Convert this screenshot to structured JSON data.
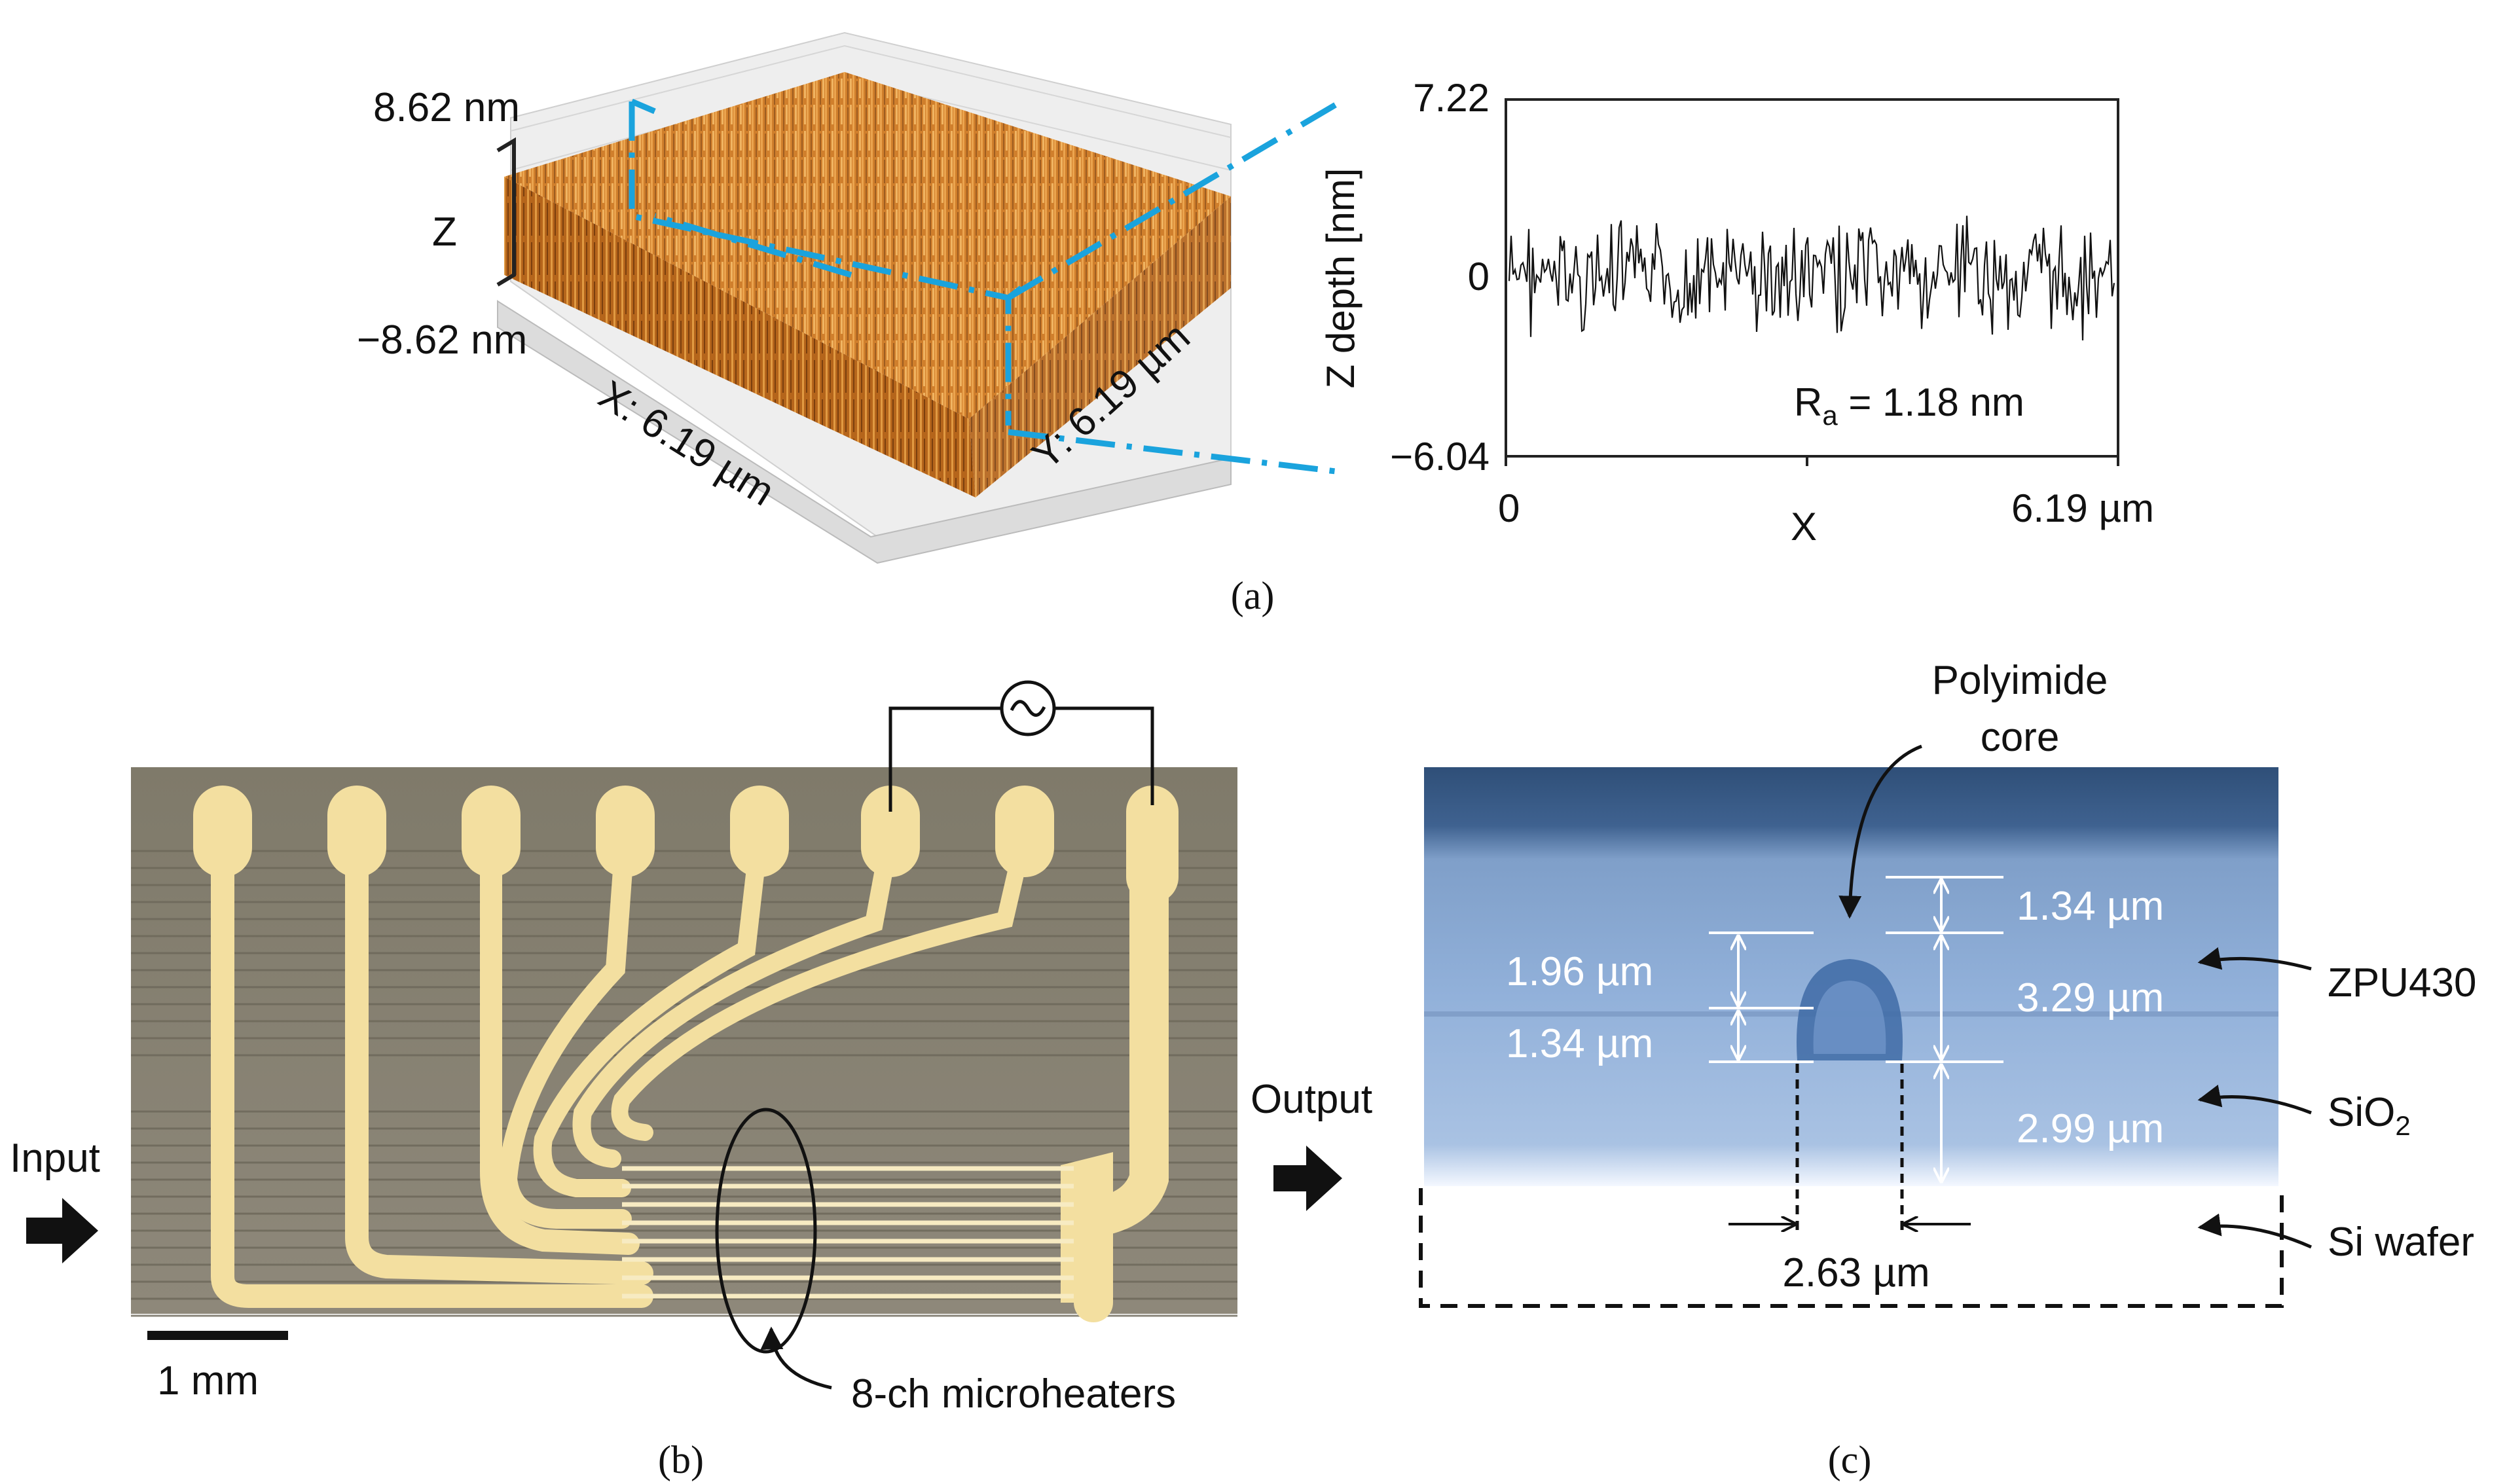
{
  "panel_a": {
    "z_max": "8.62 nm",
    "z_label": "Z",
    "z_min": "−8.62 nm",
    "x_range": "X: 6.19 µm",
    "y_range": "Y: 6.19 µm",
    "caption": "(a)"
  },
  "profile": {
    "ylabel": "Z depth [nm]",
    "y_top": "7.22",
    "y_zero": "0",
    "y_bottom": "−6.04",
    "x_start": "0",
    "x_end": "6.19 µm",
    "xlabel": "X",
    "ra_symbol": "R",
    "ra_sub": "a",
    "ra_value": " = 1.18 nm"
  },
  "panel_b": {
    "input": "Input",
    "output": "Output",
    "scale": "1 mm",
    "heaters": "8-ch microheaters",
    "caption": "(b)"
  },
  "panel_c": {
    "core_line1": "Polyimide",
    "core_line2": "core",
    "dim_core_h": "1.96 µm",
    "dim_lower_clad": "1.34 µm",
    "dim_top": "1.34 µm",
    "dim_mid": "3.29 µm",
    "dim_sio2": "2.99 µm",
    "dim_width": "2.63 µm",
    "zpu": "ZPU430",
    "sio2_base": "SiO",
    "sio2_sub": "2",
    "si_wafer": "Si wafer",
    "caption": "(c)"
  },
  "colors": {
    "accent_cyan": "#1aa3dd",
    "roughness_orange": "#d98a2a",
    "gold_electrode": "#f3dfa0",
    "chip_gray": "#86806f",
    "waveguide_blue": "#8fb0db"
  }
}
